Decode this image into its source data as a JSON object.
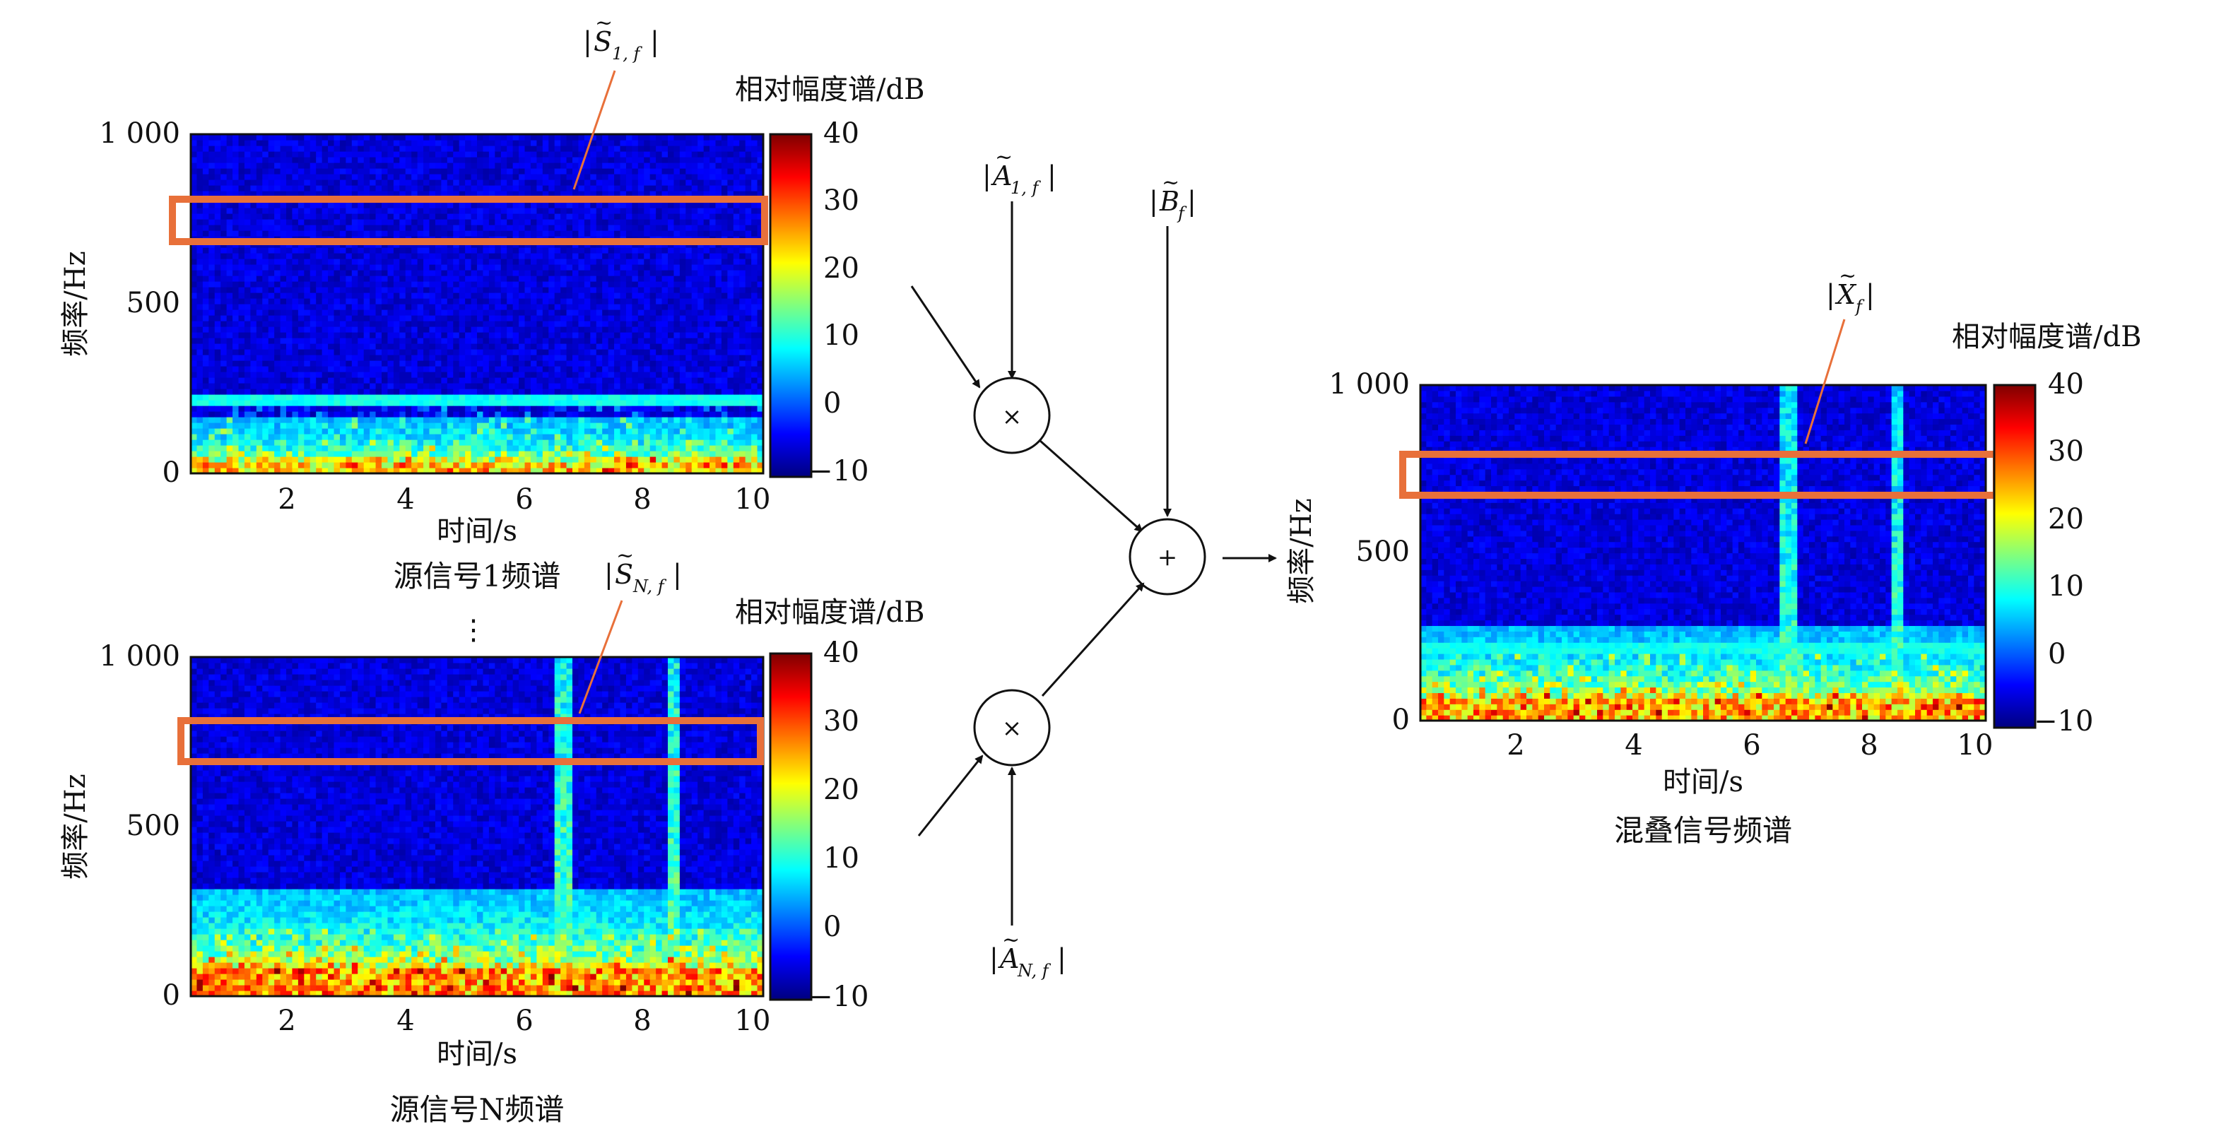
{
  "colormap": {
    "name": "jet",
    "stops": [
      "#00007f",
      "#0000ff",
      "#007fff",
      "#00ffff",
      "#7fff7f",
      "#ffff00",
      "#ff7f00",
      "#ff0000",
      "#7f0000"
    ]
  },
  "highlight_color": "#e8703a",
  "symbol_icons": [
    "multiply-icon",
    "plus-icon"
  ],
  "panels": {
    "source1": {
      "caption": "源信号1频谱",
      "xlabel": "时间/s",
      "ylabel": "频率/Hz",
      "xticks": [
        "2",
        "4",
        "6",
        "8",
        "10"
      ],
      "yticks": [
        "0",
        "500",
        "1 000"
      ],
      "colorbar_title": "相对幅度谱/dB",
      "colorbar_ticks": [
        "40",
        "30",
        "20",
        "10",
        "0",
        "−10"
      ],
      "band_label": {
        "pre": "|",
        "sym": "S",
        "sub": "1, f",
        "post": "|"
      }
    },
    "sourceN": {
      "caption": "源信号N频谱",
      "xlabel": "时间/s",
      "ylabel": "频率/Hz",
      "xticks": [
        "2",
        "4",
        "6",
        "8",
        "10"
      ],
      "yticks": [
        "0",
        "500",
        "1 000"
      ],
      "colorbar_title": "相对幅度谱/dB",
      "colorbar_ticks": [
        "40",
        "30",
        "20",
        "10",
        "0",
        "−10"
      ],
      "band_label": {
        "pre": "|",
        "sym": "S",
        "sub": "N, f",
        "post": "|"
      }
    },
    "mixed": {
      "caption": "混叠信号频谱",
      "xlabel": "时间/s",
      "ylabel": "频率/Hz",
      "xticks": [
        "2",
        "4",
        "6",
        "8",
        "10"
      ],
      "yticks": [
        "0",
        "500",
        "1 000"
      ],
      "colorbar_title": "相对幅度谱/dB",
      "colorbar_ticks": [
        "40",
        "30",
        "20",
        "10",
        "0",
        "−10"
      ],
      "band_label": {
        "pre": "|",
        "sym": "X",
        "sub": "f",
        "post": "|"
      }
    }
  },
  "ellipsis": "⋮",
  "operators": {
    "mult_symbol": "×",
    "sum_symbol": "+",
    "gain1": {
      "pre": "|",
      "sym": "A",
      "sub": "1, f",
      "post": "|"
    },
    "gainN": {
      "pre": "|",
      "sym": "A",
      "sub": "N, f",
      "post": "|"
    },
    "noise": {
      "pre": "|",
      "sym": "B",
      "sub": "f",
      "post": "|"
    }
  },
  "chart_data": [
    {
      "type": "heatmap",
      "title": "源信号1频谱",
      "xlabel": "时间/s",
      "ylabel": "频率/Hz",
      "xlim": [
        0.5,
        10
      ],
      "ylim": [
        0,
        1000
      ],
      "color_label": "相对幅度谱/dB",
      "clim": [
        -10,
        40
      ],
      "highlight_band_hz": [
        670,
        800
      ],
      "features": [
        {
          "kind": "tone",
          "freq_hz": 220,
          "level_db": 8
        },
        {
          "kind": "low_band",
          "freq_range_hz": [
            0,
            40
          ],
          "level_db": 28
        }
      ]
    },
    {
      "type": "heatmap",
      "title": "源信号N频谱",
      "xlabel": "时间/s",
      "ylabel": "频率/Hz",
      "xlim": [
        0.5,
        10
      ],
      "ylim": [
        0,
        1000
      ],
      "color_label": "相对幅度谱/dB",
      "clim": [
        -10,
        40
      ],
      "highlight_band_hz": [
        720,
        840
      ],
      "features": [
        {
          "kind": "broadband_burst",
          "time_s": 6.7,
          "level_db": 18
        },
        {
          "kind": "broadband_burst",
          "time_s": 8.5,
          "level_db": 18
        },
        {
          "kind": "low_band",
          "freq_range_hz": [
            0,
            80
          ],
          "level_db": 32
        }
      ]
    },
    {
      "type": "heatmap",
      "title": "混叠信号频谱",
      "xlabel": "时间/s",
      "ylabel": "频率/Hz",
      "xlim": [
        0.5,
        10
      ],
      "ylim": [
        0,
        1000
      ],
      "color_label": "相对幅度谱/dB",
      "clim": [
        -10,
        40
      ],
      "highlight_band_hz": [
        700,
        830
      ],
      "features": [
        {
          "kind": "tone",
          "freq_hz": 220,
          "level_db": 8
        },
        {
          "kind": "broadband_burst",
          "time_s": 6.7,
          "level_db": 16
        },
        {
          "kind": "broadband_burst",
          "time_s": 8.5,
          "level_db": 16
        },
        {
          "kind": "low_band",
          "freq_range_hz": [
            0,
            70
          ],
          "level_db": 30
        }
      ]
    }
  ]
}
